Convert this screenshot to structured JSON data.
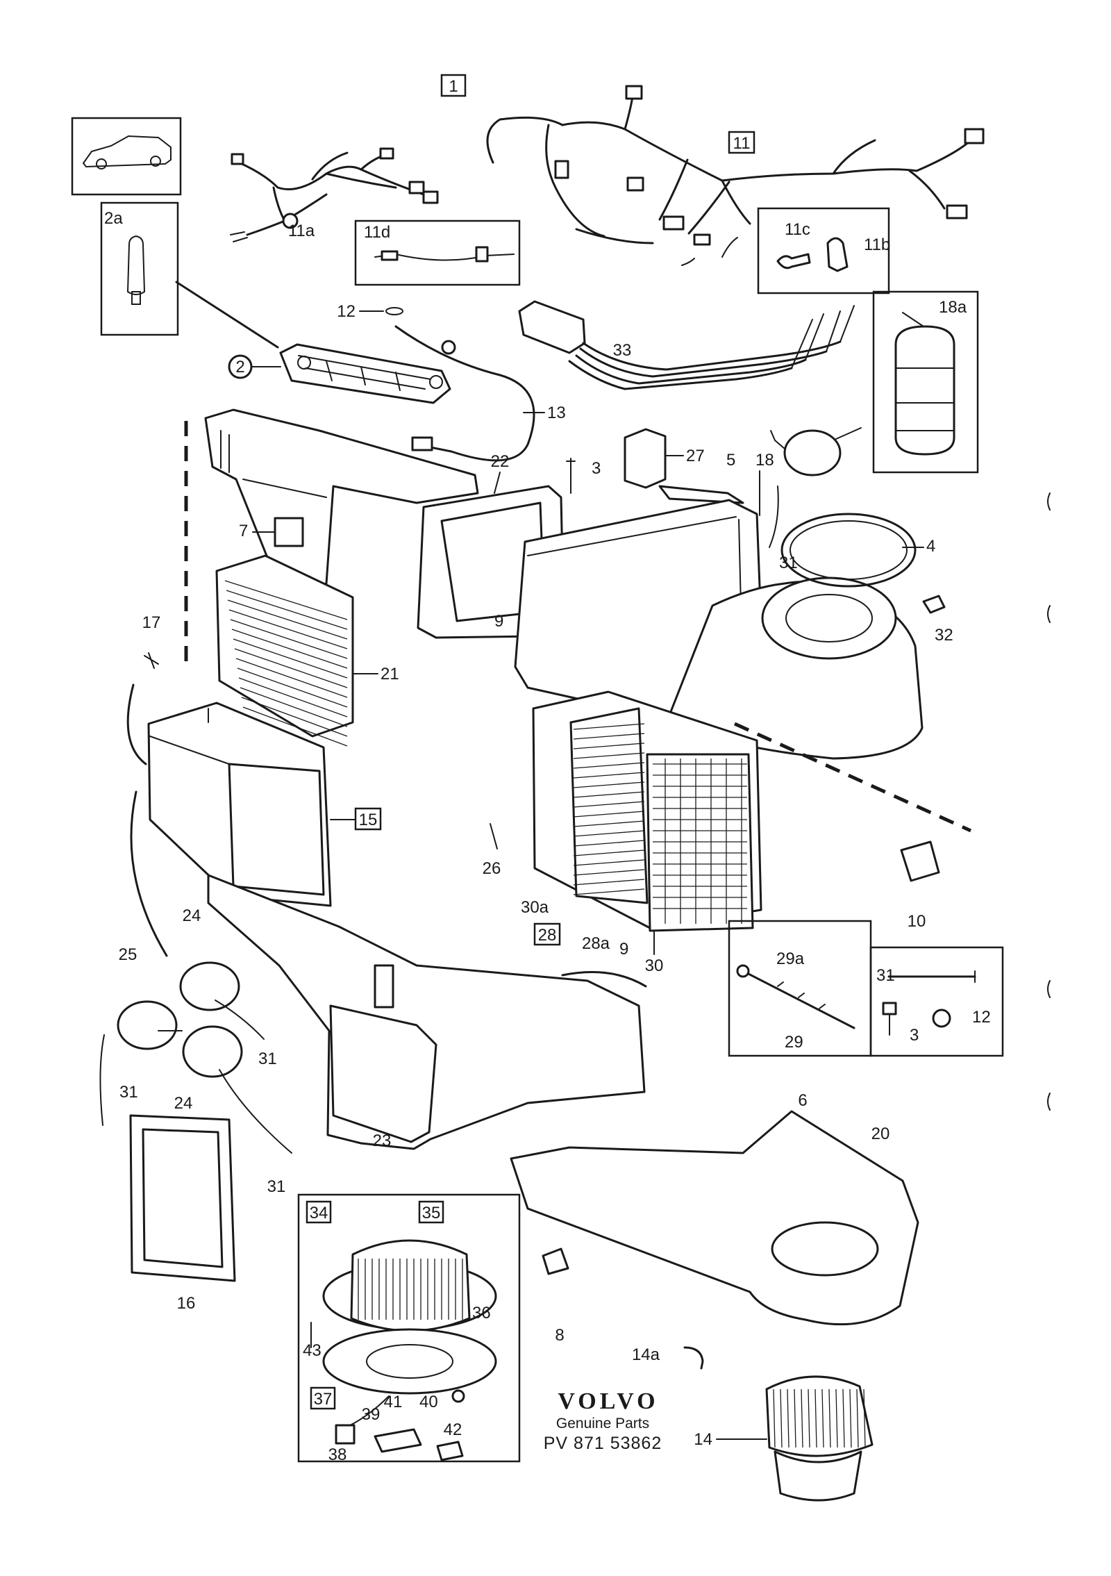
{
  "diagram": {
    "group_box_label": "1",
    "brand": {
      "name": "VOLVO",
      "tagline": "Genuine Parts",
      "part_number": "PV 871 53862"
    },
    "callouts": {
      "c1": "2a",
      "c2": "2",
      "c3": "11a",
      "c4": "11d",
      "c5": "11",
      "c6": "11c",
      "c7": "11b",
      "c8": "12",
      "c9": "13",
      "c10": "33",
      "c11": "18a",
      "c12": "27",
      "c13": "5",
      "c14": "18",
      "c15": "3",
      "c16": "22",
      "c17": "7",
      "c18": "4",
      "c19": "31",
      "c20": "32",
      "c21": "9",
      "c22": "17",
      "c23": "21",
      "c24": "15",
      "c25": "26",
      "c26": "10",
      "c27": "30a",
      "c28": "28",
      "c29": "28a",
      "c30": "30",
      "c31": "9",
      "c32": "29a",
      "c33": "29",
      "c34": "31",
      "c35": "3",
      "c36": "12",
      "c37": "24",
      "c38": "25",
      "c39": "31",
      "c40": "24",
      "c41": "31",
      "c42": "31",
      "c43": "23",
      "c44": "6",
      "c45": "20",
      "c46": "16",
      "c47": "34",
      "c48": "35",
      "c49": "36",
      "c50": "43",
      "c51": "37",
      "c52": "40",
      "c53": "39",
      "c54": "41",
      "c55": "42",
      "c56": "38",
      "c57": "8",
      "c58": "14a",
      "c59": "14"
    }
  }
}
